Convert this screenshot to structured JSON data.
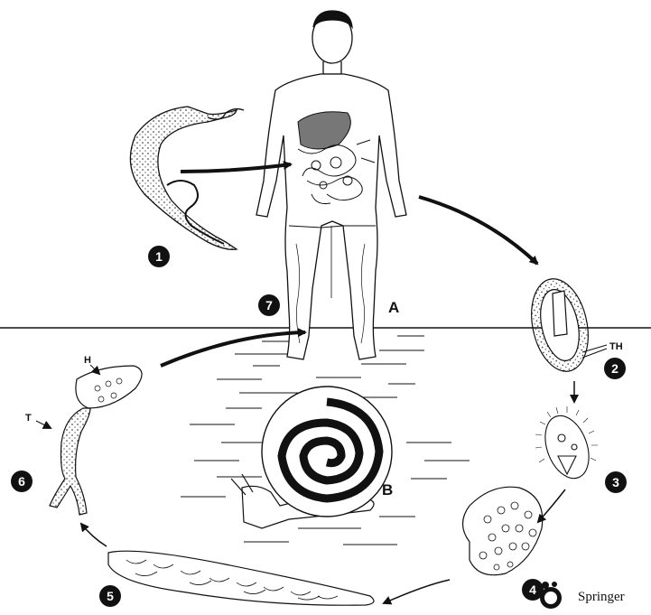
{
  "labels": {
    "host": "A",
    "snail": "B",
    "head": "H",
    "tail": "T",
    "egg_thorn": "TH"
  },
  "stages": [
    "1",
    "2",
    "3",
    "4",
    "5",
    "6",
    "7"
  ],
  "publisher": "Springer",
  "colors": {
    "ink": "#111111",
    "background": "#ffffff"
  }
}
